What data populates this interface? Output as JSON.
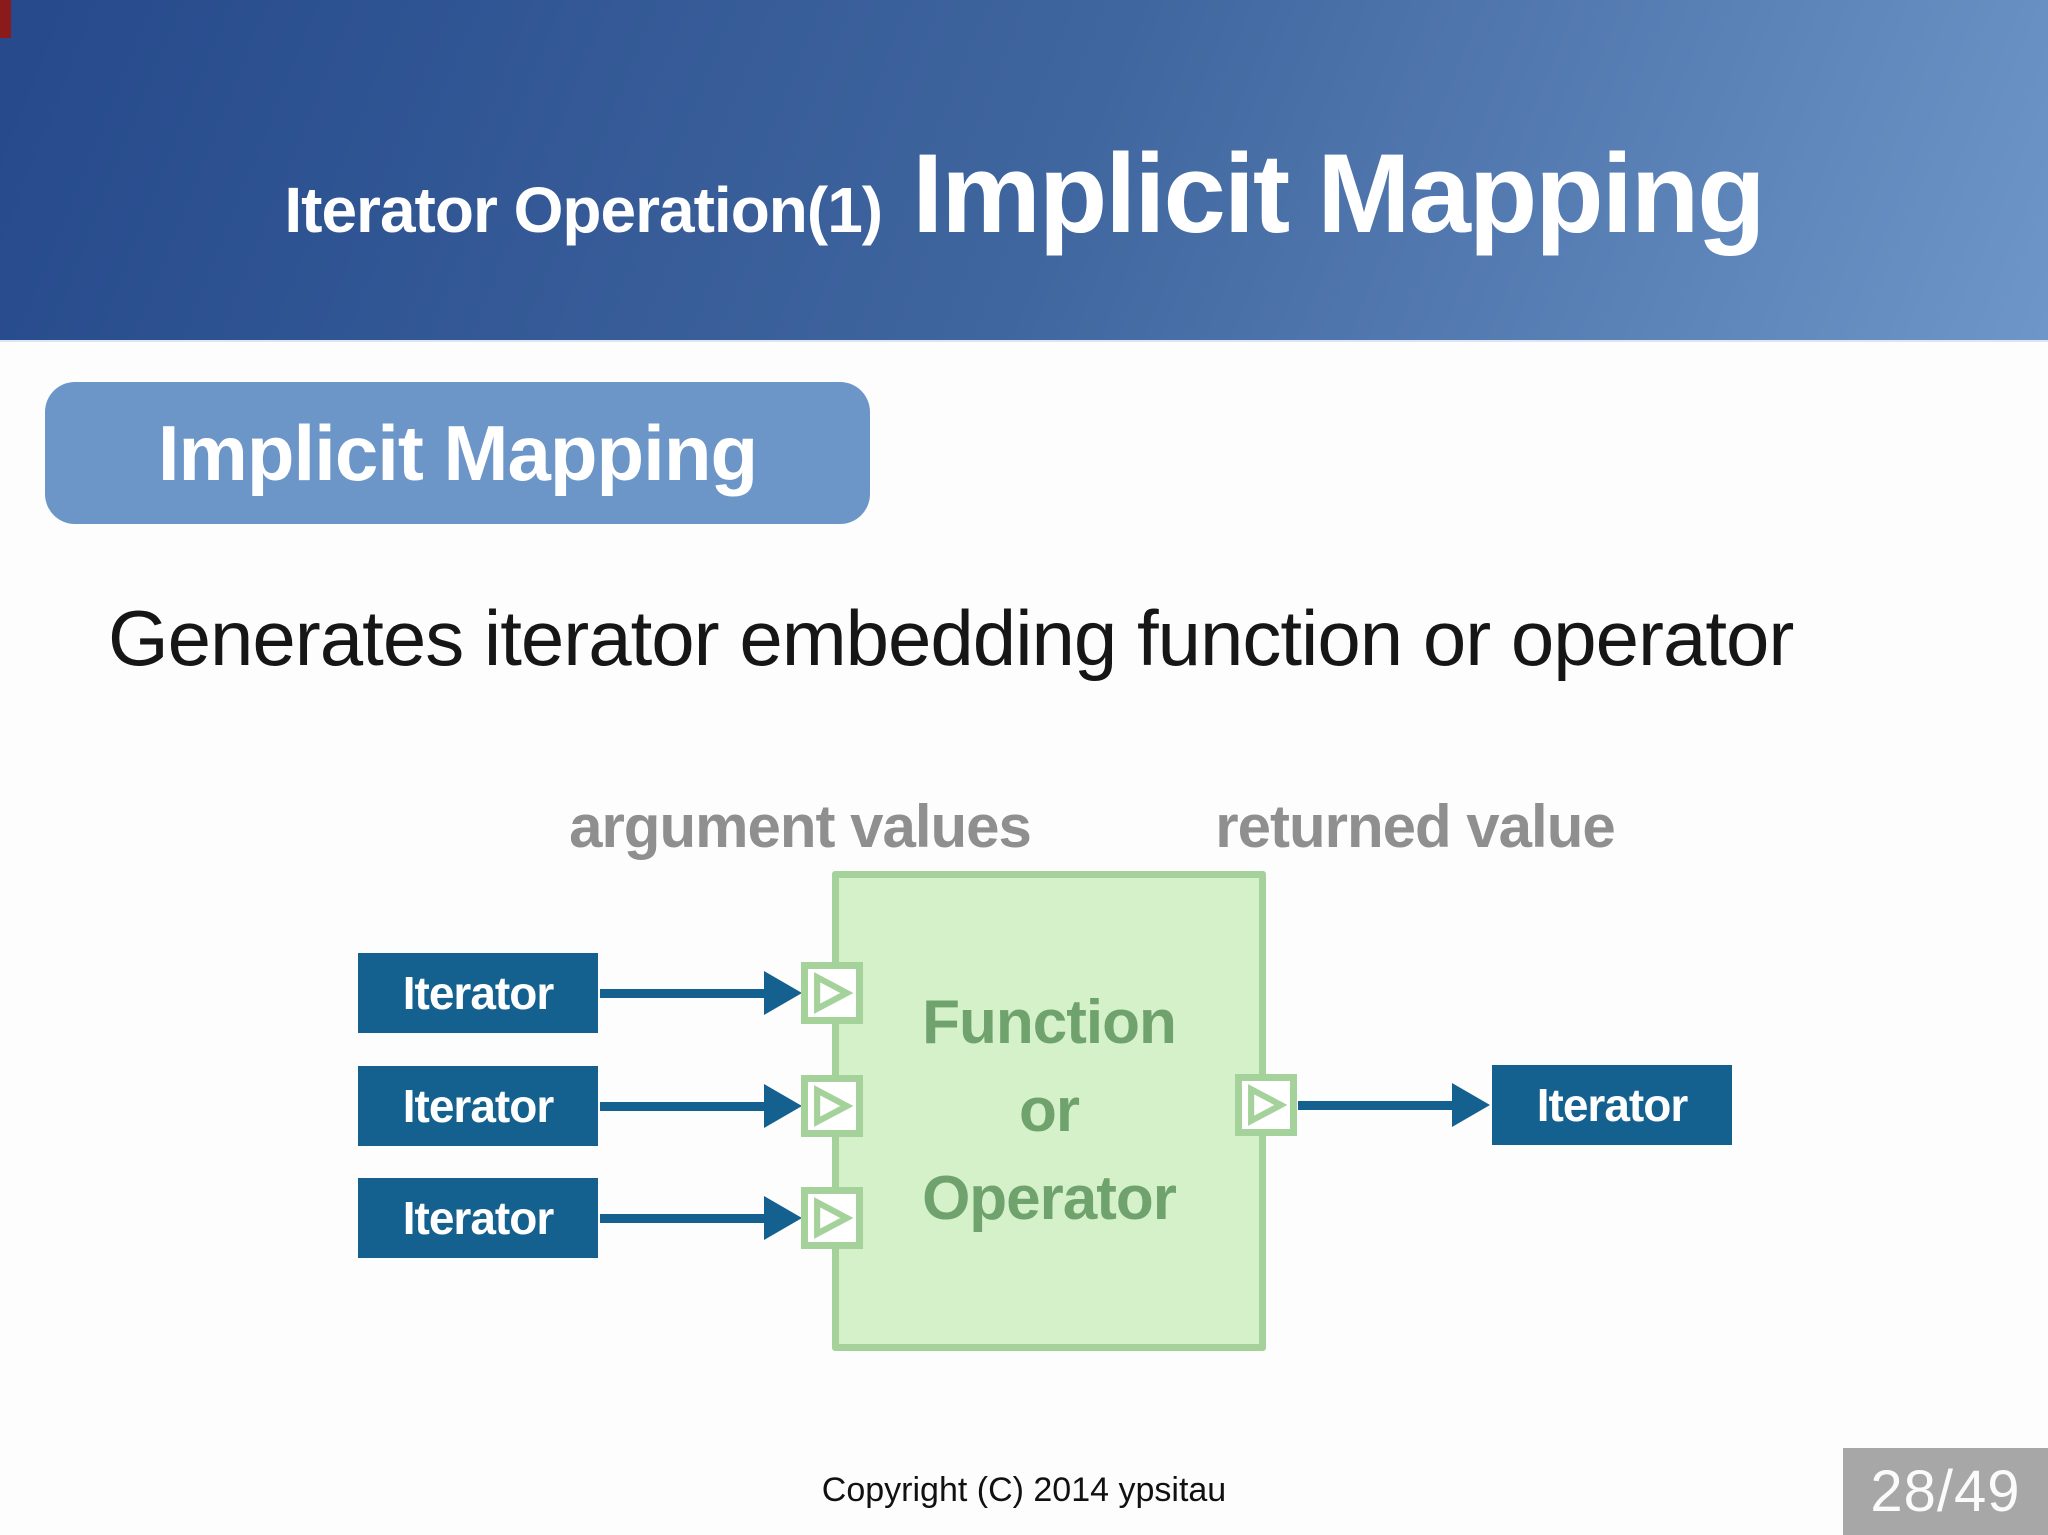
{
  "header": {
    "title_small": "Iterator Operation(1)",
    "title_large": "Implicit Mapping"
  },
  "badge": {
    "label": "Implicit Mapping"
  },
  "body_text": "Generates iterator embedding function or operator",
  "diagram": {
    "label_left": "argument values",
    "label_right": "returned value",
    "inputs": [
      {
        "label": "Iterator"
      },
      {
        "label": "Iterator"
      },
      {
        "label": "Iterator"
      }
    ],
    "process": {
      "lines": [
        "Function",
        "or",
        "Operator"
      ]
    },
    "output": {
      "label": "Iterator"
    },
    "port_icon": "chevron-right-icon"
  },
  "footer": {
    "copyright": "Copyright (C) 2014 ypsitau",
    "page": "28/49"
  },
  "colors": {
    "header_gradient_start": "#25498b",
    "header_gradient_mid": "#40669f",
    "header_gradient_end": "#6e96c8",
    "badge_bg": "#6d96c8",
    "iterator_box_bg": "#14608f",
    "arrow": "#14608f",
    "green_fill": "#d5f1c9",
    "green_border": "#a4d29a",
    "green_text": "#6fa26d",
    "label_gray": "#8f8f8f",
    "page_box_bg": "#a8a7a7"
  }
}
